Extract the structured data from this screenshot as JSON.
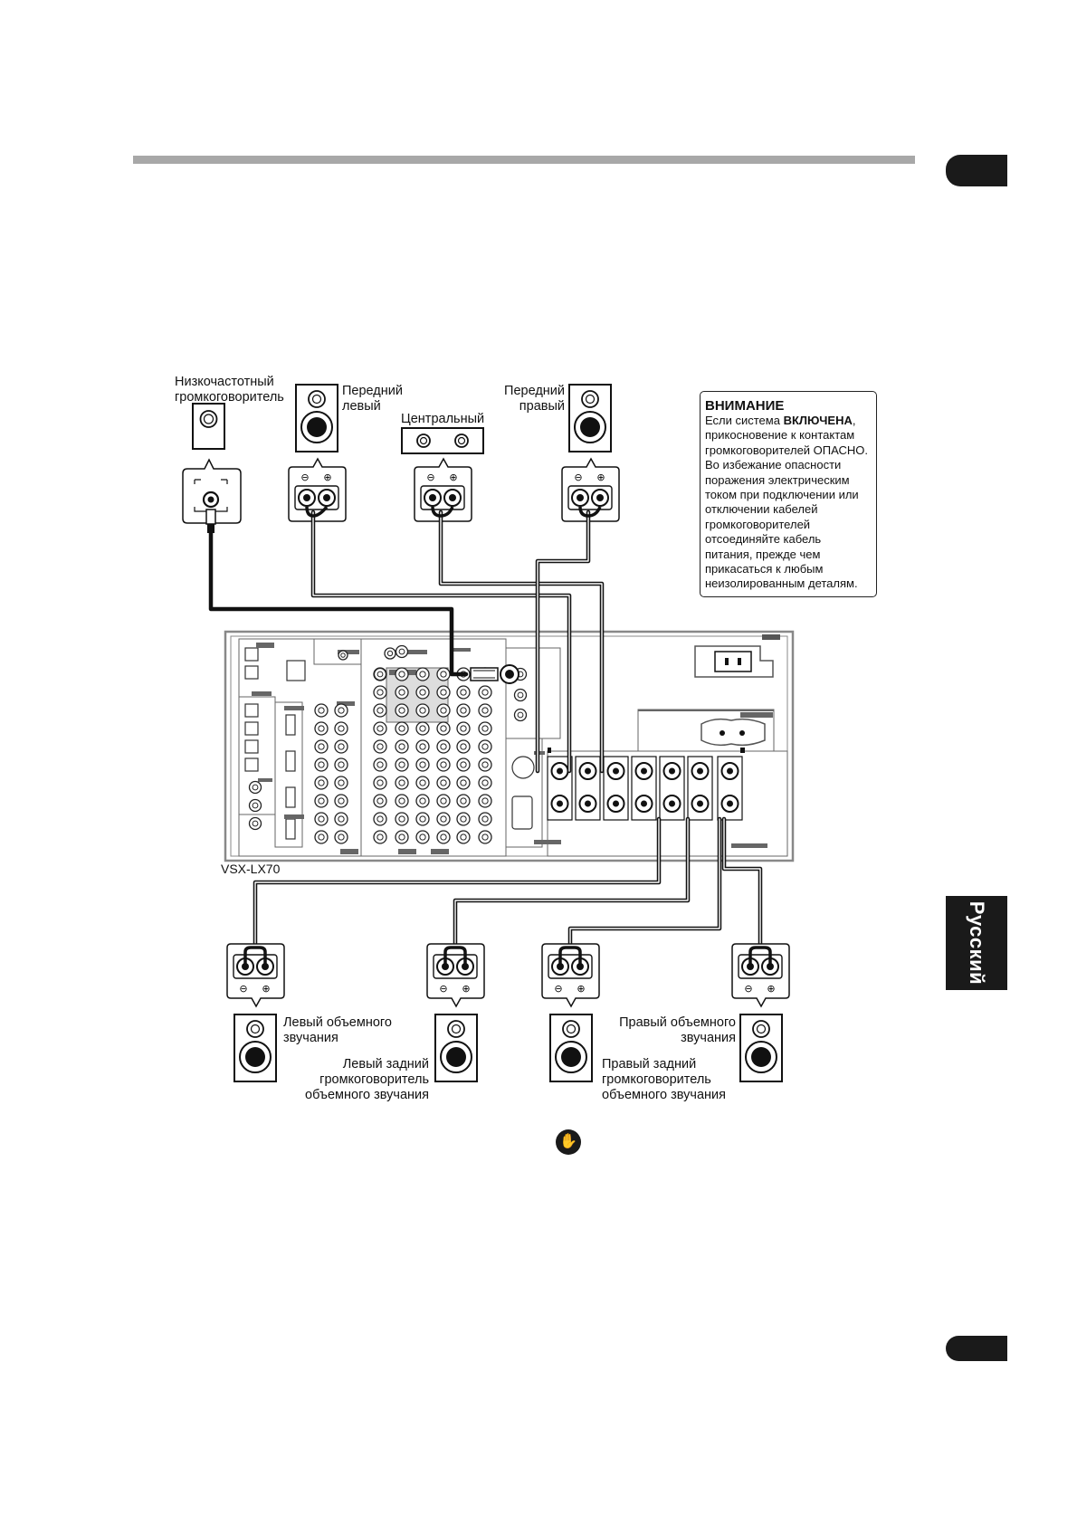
{
  "page": {
    "language_tab": "Русский"
  },
  "labels": {
    "subwoofer": [
      "Низкочастотный",
      "громкоговоритель"
    ],
    "front_left": [
      "Передний",
      "левый"
    ],
    "center": [
      "Центральный"
    ],
    "front_right": [
      "Передний",
      "правый"
    ],
    "surround_left": [
      "Левый объемного",
      "звучания"
    ],
    "surround_back_left": [
      "Левый задний",
      "громкоговоритель",
      "объемного звучания"
    ],
    "surround_back_right": [
      "Правый задний",
      "громкоговоритель",
      "объемного звучания"
    ],
    "surround_right": [
      "Правый объемного",
      "звучания"
    ],
    "model": "VSX-LX70"
  },
  "warning": {
    "title": "ВНИМАНИЕ",
    "line1_prefix": "Если система ",
    "line1_bold": "ВКЛЮЧЕНА",
    "line1_suffix": ",",
    "lines": [
      "прикосновение к контактам",
      "громкоговорителей ОПАСНО.",
      "Во избежание опасности",
      "поражения электрическим",
      "током при подключении или",
      "отключении кабелей",
      "громкоговорителей",
      "отсоединяйте кабель",
      "питания, прежде чем",
      "прикасаться к любым",
      "неизолированным деталям."
    ]
  },
  "icons": {
    "caution": "caution-hand-icon",
    "terminal_minus": "⊖",
    "terminal_plus": "⊕"
  }
}
